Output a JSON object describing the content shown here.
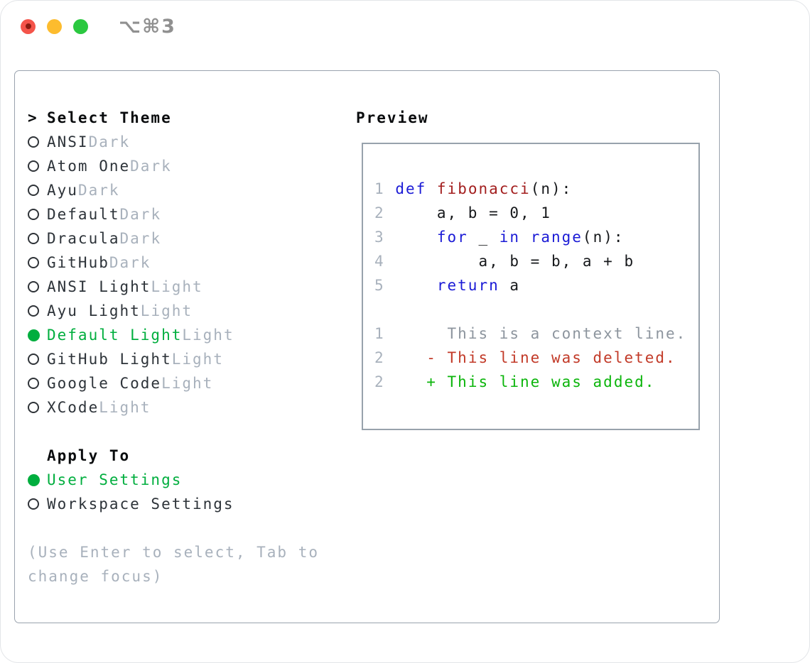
{
  "window": {
    "shortcut": "⌥⌘3"
  },
  "theme_panel": {
    "title_marker": ">",
    "title": "Select Theme",
    "themes": [
      {
        "name": "ANSI",
        "tag": "Dark",
        "selected": false
      },
      {
        "name": "Atom One",
        "tag": "Dark",
        "selected": false
      },
      {
        "name": "Ayu",
        "tag": "Dark",
        "selected": false
      },
      {
        "name": "Default",
        "tag": "Dark",
        "selected": false
      },
      {
        "name": "Dracula",
        "tag": "Dark",
        "selected": false
      },
      {
        "name": "GitHub",
        "tag": "Dark",
        "selected": false
      },
      {
        "name": "ANSI Light",
        "tag": "Light",
        "selected": false
      },
      {
        "name": "Ayu Light",
        "tag": "Light",
        "selected": false
      },
      {
        "name": "Default Light",
        "tag": "Light",
        "selected": true
      },
      {
        "name": "GitHub Light",
        "tag": "Light",
        "selected": false
      },
      {
        "name": "Google Code",
        "tag": "Light",
        "selected": false
      },
      {
        "name": "XCode",
        "tag": "Light",
        "selected": false
      }
    ],
    "apply_to": {
      "title": "Apply To",
      "options": [
        {
          "name": "User Settings",
          "selected": true
        },
        {
          "name": "Workspace Settings",
          "selected": false
        }
      ]
    },
    "hint_lines": [
      "(Use Enter to select, Tab to",
      "change focus)"
    ]
  },
  "preview": {
    "title": "Preview",
    "code_lines": [
      {
        "num": "1",
        "indent": " ",
        "tokens": [
          {
            "c": "kw",
            "t": "def"
          },
          {
            "c": "plain",
            "t": " "
          },
          {
            "c": "fn",
            "t": "fibonacci"
          },
          {
            "c": "plain",
            "t": "(n):"
          }
        ]
      },
      {
        "num": "2",
        "indent": "     ",
        "tokens": [
          {
            "c": "plain",
            "t": "a, b = 0, 1"
          }
        ]
      },
      {
        "num": "3",
        "indent": "     ",
        "tokens": [
          {
            "c": "kw",
            "t": "for"
          },
          {
            "c": "plain",
            "t": " _ "
          },
          {
            "c": "kw",
            "t": "in"
          },
          {
            "c": "plain",
            "t": " "
          },
          {
            "c": "kw",
            "t": "range"
          },
          {
            "c": "plain",
            "t": "(n):"
          }
        ]
      },
      {
        "num": "4",
        "indent": "         ",
        "tokens": [
          {
            "c": "plain",
            "t": "a, b = b, a + b"
          }
        ]
      },
      {
        "num": "5",
        "indent": "     ",
        "tokens": [
          {
            "c": "kw",
            "t": "return"
          },
          {
            "c": "plain",
            "t": " a"
          }
        ]
      }
    ],
    "diff_lines": [
      {
        "num": "1",
        "marker": "  ",
        "kind": "context",
        "text": "This is a context line."
      },
      {
        "num": "2",
        "marker": "- ",
        "kind": "deleted",
        "text": "This line was deleted."
      },
      {
        "num": "2",
        "marker": "+ ",
        "kind": "added",
        "text": "This line was added."
      }
    ]
  },
  "colors": {
    "selected-green": "#00ae3e",
    "added-green": "#0cb50c",
    "deleted-red": "#c23a28",
    "keyword-blue": "#1b1bd6",
    "function-red": "#a31f1f",
    "muted-gray": "#a8b1bc",
    "context-gray": "#8d959e",
    "traffic-red": "#f4544a",
    "traffic-yellow": "#fdbc2e",
    "traffic-green": "#2bc840"
  }
}
